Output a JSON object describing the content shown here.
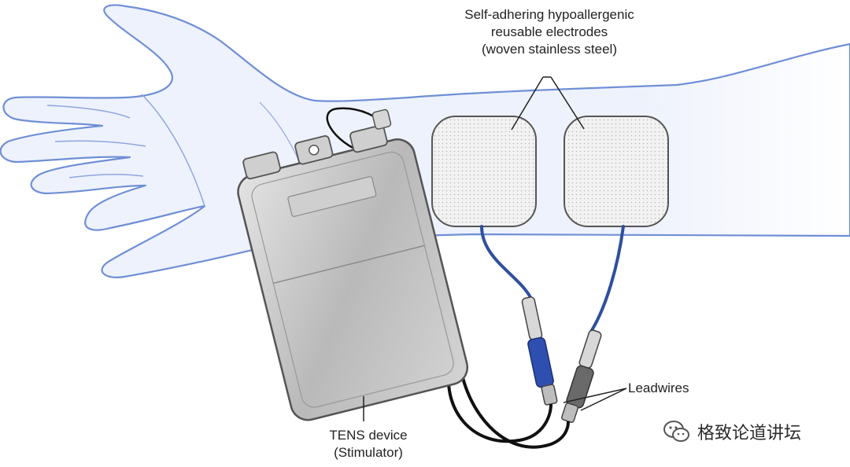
{
  "labels": {
    "electrodes": [
      "Self-adhering hypoallergenic",
      "reusable electrodes",
      "(woven stainless steel)"
    ],
    "leadwires": "Leadwires",
    "tens_device": [
      "TENS device",
      "(Stimulator)"
    ]
  },
  "watermark": {
    "icon": "wechat-icon",
    "text": "格致论道讲坛"
  },
  "colors": {
    "arm_outline": "#6f8fd6",
    "arm_fill": "#eef2fc",
    "leadwire": "#2f4f9e",
    "device": "#c8c8c8",
    "cable": "#111111"
  }
}
